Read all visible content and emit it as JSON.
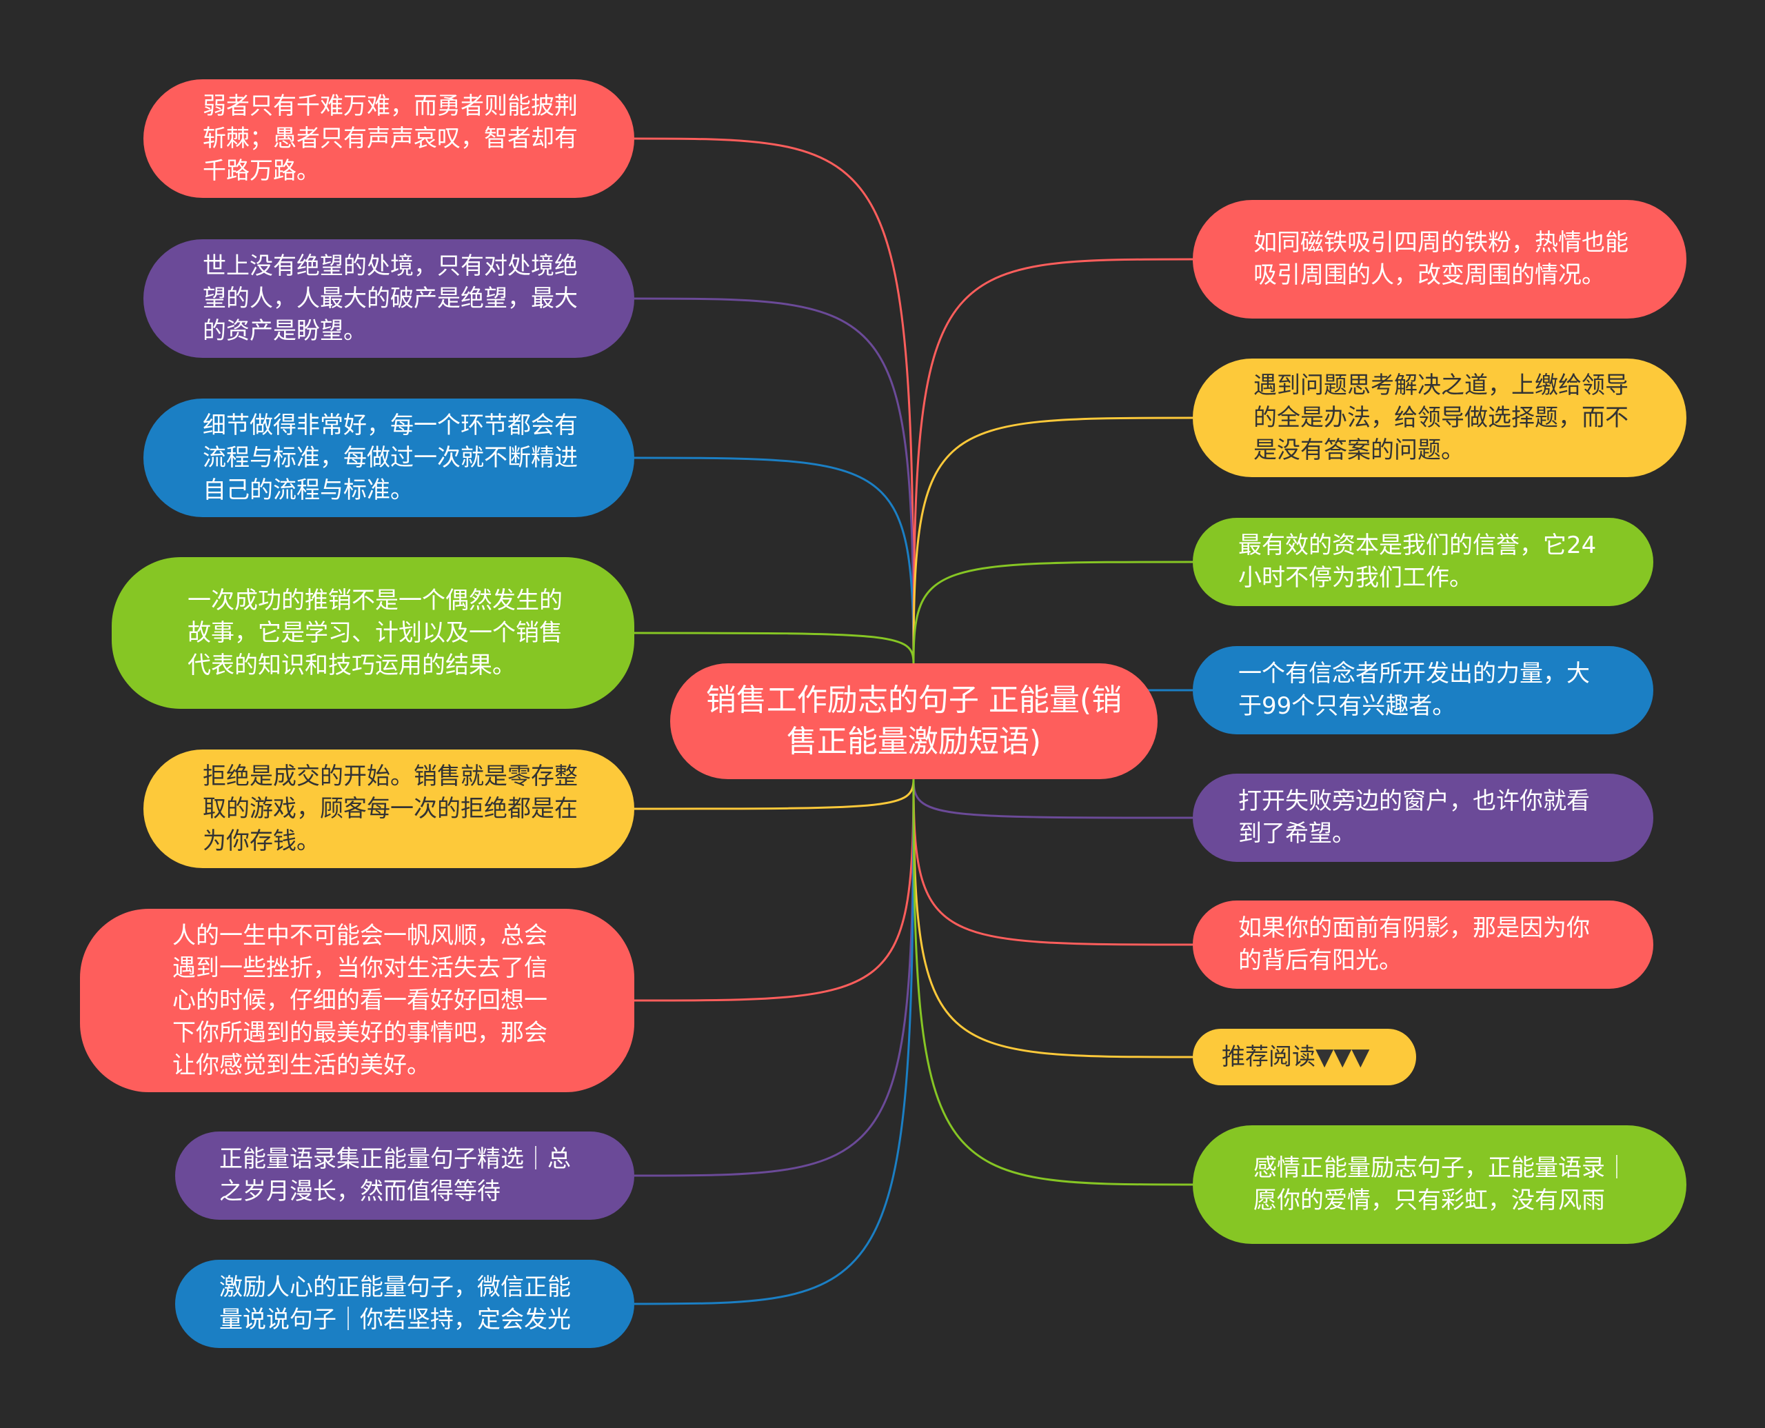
{
  "mindmap": {
    "root": "销售工作励志的句子 正能量(销售正能量激励短语)",
    "left": [
      {
        "text": "弱者只有千难万难，而勇者则能披荆斩棘；愚者只有声声哀叹，智者却有千路万路。",
        "color": "#fe5e5c"
      },
      {
        "text": "世上没有绝望的处境，只有对处境绝望的人，人最大的破产是绝望，最大的资产是盼望。",
        "color": "#6b4a98"
      },
      {
        "text": "细节做得非常好，每一个环节都会有流程与标准，每做过一次就不断精进自己的流程与标准。",
        "color": "#1b7fc4"
      },
      {
        "text": "一次成功的推销不是一个偶然发生的故事，它是学习、计划以及一个销售代表的知识和技巧运用的结果。",
        "color": "#86c624"
      },
      {
        "text": "拒绝是成交的开始。销售就是零存整取的游戏，顾客每一次的拒绝都是在为你存钱。",
        "color": "#fdc93a"
      },
      {
        "text": "人的一生中不可能会一帆风顺，总会遇到一些挫折，当你对生活失去了信心的时候，仔细的看一看好好回想一下你所遇到的最美好的事情吧，那会让你感觉到生活的美好。",
        "color": "#fe5e5c"
      },
      {
        "text": "正能量语录集正能量句子精选｜总之岁月漫长，然而值得等待",
        "color": "#6b4a98"
      },
      {
        "text": "激励人心的正能量句子，微信正能量说说句子｜你若坚持，定会发光",
        "color": "#1b7fc4"
      }
    ],
    "right": [
      {
        "text": "如同磁铁吸引四周的铁粉，热情也能吸引周围的人，改变周围的情况。",
        "color": "#fe5e5c"
      },
      {
        "text": "遇到问题思考解决之道，上缴给领导的全是办法，给领导做选择题，而不是没有答案的问题。",
        "color": "#fdc93a"
      },
      {
        "text": "最有效的资本是我们的信誉，它24小时不停为我们工作。",
        "color": "#86c624"
      },
      {
        "text": "一个有信念者所开发出的力量，大于99个只有兴趣者。",
        "color": "#1b7fc4"
      },
      {
        "text": "打开失败旁边的窗户，也许你就看到了希望。",
        "color": "#6b4a98"
      },
      {
        "text": "如果你的面前有阴影，那是因为你的背后有阳光。",
        "color": "#fe5e5c"
      },
      {
        "text": "推荐阅读▼▼▼",
        "color": "#fdc93a"
      },
      {
        "text": "感情正能量励志句子，正能量语录｜愿你的爱情，只有彩虹，没有风雨",
        "color": "#86c624"
      }
    ]
  }
}
